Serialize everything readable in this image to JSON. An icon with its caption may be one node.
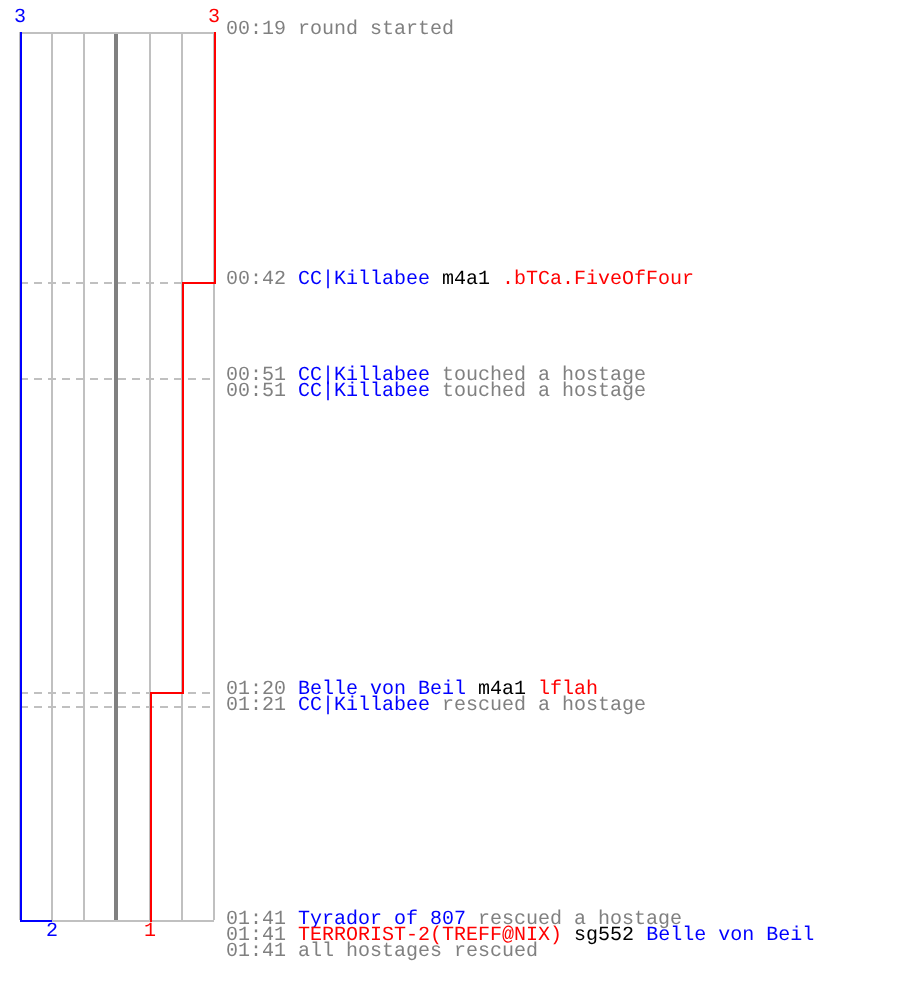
{
  "diagram": {
    "labels": [
      "3",
      "3",
      "00:19",
      "round started",
      "00:42",
      "CC|Killabee",
      "m4a1",
      ".bTCa.FiveOfFour",
      "00:51",
      "CC|Killabee",
      "touched a hostage",
      "00:51",
      "CC|Killabee",
      "touched a hostage",
      "01:20",
      "Belle von Beil",
      "m4a1",
      "lflah",
      "01:21",
      "CC|Killabee",
      "rescued a hostage",
      "2",
      "1",
      "01:41",
      "Tyrador of 807",
      "rescued a hostage",
      "01:41",
      "TERRORIST-2(TREFF@NIX)",
      "sg552",
      "Belle von Beil",
      "01:41",
      "all hostages rescued"
    ]
  }
}
